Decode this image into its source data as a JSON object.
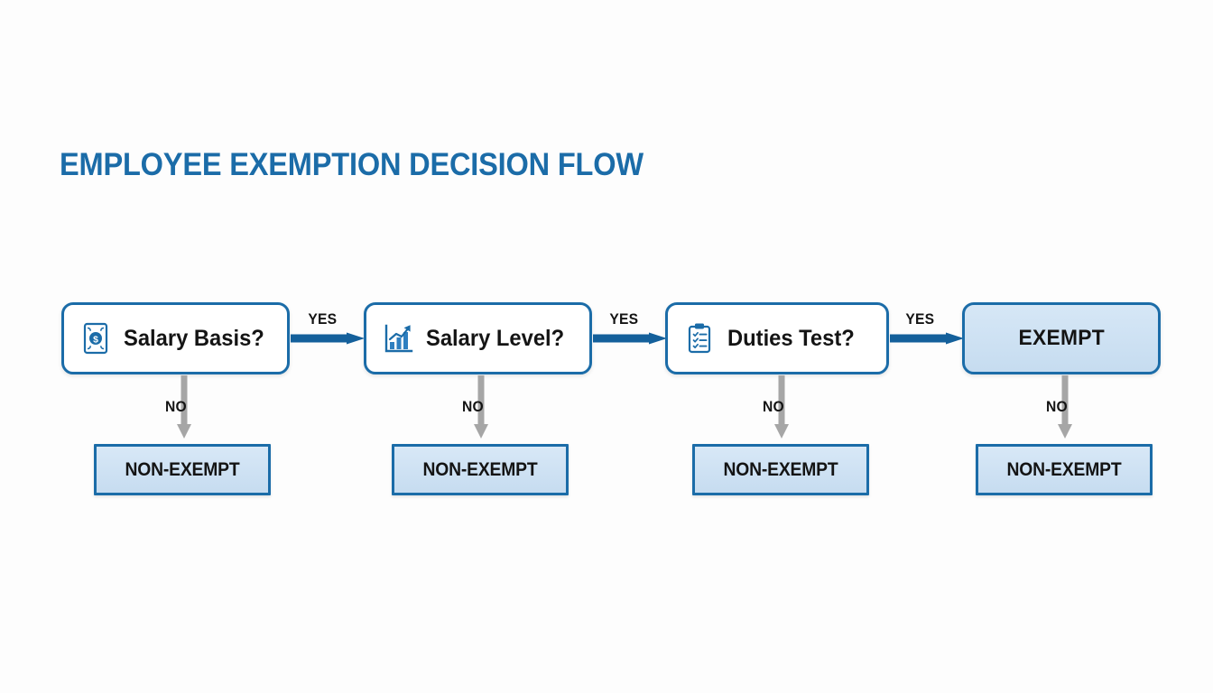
{
  "title": "EMPLOYEE EXEMPTION DECISION FLOW",
  "colors": {
    "accent_blue": "#1B6CA8",
    "arrow_blue": "#14609B",
    "box_fill": "#C9DFF1",
    "no_arrow_gray": "#A6A6A6",
    "text_black": "#141414",
    "background": "#FDFDFD"
  },
  "flow": {
    "decision_steps": [
      {
        "label": "Salary Basis?",
        "icon": "banknote-dollar-icon"
      },
      {
        "label": "Salary Level?",
        "icon": "bar-chart-growth-icon"
      },
      {
        "label": "Duties Test?",
        "icon": "clipboard-checklist-icon"
      }
    ],
    "terminal": {
      "label": "EXEMPT"
    },
    "yes_labels": [
      "YES",
      "YES",
      "YES"
    ],
    "no_labels": [
      "NO",
      "NO",
      "NO",
      "NO"
    ],
    "no_outcomes": [
      "NON-EXEMPT",
      "NON-EXEMPT",
      "NON-EXEMPT",
      "NON-EXEMPT"
    ]
  }
}
